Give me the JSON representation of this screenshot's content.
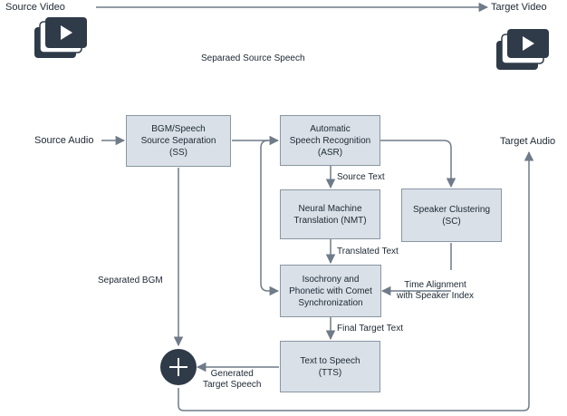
{
  "top": {
    "source_video": "Source Video",
    "target_video": "Target Video"
  },
  "labels": {
    "separated_source_speech": "Separaed Source Speech",
    "source_audio": "Source Audio",
    "target_audio": "Target Audio",
    "separated_bgm": "Separated BGM",
    "source_text": "Source Text",
    "translated_text": "Translated Text",
    "time_alignment_1": "Time Alignment",
    "time_alignment_2": "with Speaker Index",
    "final_target_text": "Final Target Text",
    "generated_1": "Generated",
    "generated_2": "Target Speech"
  },
  "boxes": {
    "ss": {
      "line1": "BGM/Speech",
      "line2": "Source Separation",
      "line3": "(SS)"
    },
    "asr": {
      "line1": "Automatic",
      "line2": "Speech Recognition",
      "line3": "(ASR)"
    },
    "nmt": {
      "line1": "Neural Machine",
      "line2": "Translation (NMT)"
    },
    "sc": {
      "line1": "Speaker Clustering",
      "line2": "(SC)"
    },
    "iso": {
      "line1": "Isochrony and",
      "line2": "Phonetic with Comet",
      "line3": "Synchronization"
    },
    "tts": {
      "line1": "Text to Speech",
      "line2": "(TTS)"
    }
  },
  "icons": [
    "video-stack-icon",
    "audio-waveform-icon",
    "plus-mixer-icon"
  ],
  "colors": {
    "box_fill": "#d9e0e7",
    "box_border": "#8a96a3",
    "arrow": "#6f7b88",
    "icon_dark": "#2f3b48"
  }
}
